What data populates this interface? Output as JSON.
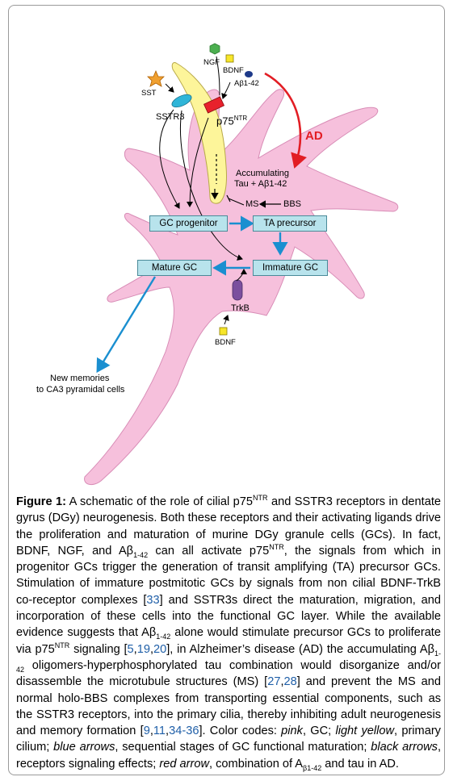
{
  "diagram": {
    "ligands": {
      "ngf": "NGF",
      "bdnf_top": "BDNF",
      "abeta": "Aβ1-42",
      "sst": "SST",
      "bdnf_bottom": "BDNF"
    },
    "receptors": {
      "sstr3": "SSTR3",
      "p75": "p75",
      "p75_sup": "NTR",
      "trkb": "TrkB"
    },
    "ad_label": "AD",
    "accumulating": [
      "Accumulating",
      "Tau + Aβ1-42"
    ],
    "ms": "MS",
    "bbs": "BBS",
    "boxes": {
      "gc_progenitor": "GC progenitor",
      "ta_precursor": "TA precursor",
      "mature_gc": "Mature GC",
      "immature_gc": "Immature GC"
    },
    "memories": [
      "New memories",
      "to CA3 pyramidal cells"
    ],
    "colors": {
      "neuron": "#f6c0dc",
      "cilium": "#fdf59a",
      "box": "#b8e3ec",
      "blue_arrow": "#1a8fd0",
      "red_arrow": "#e21d24",
      "trkb": "#7b4f9e"
    }
  },
  "caption": {
    "label": "Figure 1:",
    "segments": [
      {
        "t": " A schematic of the role of cilial p75"
      },
      {
        "t": "NTR",
        "s": "sup"
      },
      {
        "t": " and SSTR3 receptors in dentate gyrus (DGy) neurogenesis. Both these receptors and their activating ligands drive the proliferation and maturation of murine DGy granule cells (GCs). In fact, BDNF, NGF, and Aβ"
      },
      {
        "t": "1-42",
        "s": "sub"
      },
      {
        "t": " can all activate p75"
      },
      {
        "t": "NTR",
        "s": "sup"
      },
      {
        "t": ", the signals from which in progenitor GCs trigger the generation of transit amplifying (TA) precursor GCs. Stimulation of immature postmitotic GCs by signals from non cilial BDNF-TrkB co-receptor complexes ["
      },
      {
        "t": "33",
        "s": "ref"
      },
      {
        "t": "] and SSTR3s direct the maturation, migration, and incorporation of these cells into the functional GC layer. While the available evidence suggests that Aβ"
      },
      {
        "t": "1-42",
        "s": "sub"
      },
      {
        "t": " alone would stimulate precursor GCs to proliferate via p75"
      },
      {
        "t": "NTR",
        "s": "sup"
      },
      {
        "t": " signaling ["
      },
      {
        "t": "5",
        "s": "ref"
      },
      {
        "t": ","
      },
      {
        "t": "19",
        "s": "ref"
      },
      {
        "t": ","
      },
      {
        "t": "20",
        "s": "ref"
      },
      {
        "t": "], in Alzheimer’s disease (AD) the accumulating Aβ"
      },
      {
        "t": "1-42",
        "s": "sub"
      },
      {
        "t": " oligomers-hyperphosphorylated tau combination would disorganize and/or disassemble the microtubule structures (MS) ["
      },
      {
        "t": "27",
        "s": "ref"
      },
      {
        "t": ","
      },
      {
        "t": "28",
        "s": "ref"
      },
      {
        "t": "] and prevent the MS and normal holo-BBS complexes from transporting essential components, such as the SSTR3 receptors, into the primary cilia, thereby inhibiting adult neurogenesis and memory formation ["
      },
      {
        "t": "9",
        "s": "ref"
      },
      {
        "t": ","
      },
      {
        "t": "11",
        "s": "ref"
      },
      {
        "t": ","
      },
      {
        "t": "34-36",
        "s": "ref"
      },
      {
        "t": "]. Color codes: "
      },
      {
        "t": "pink",
        "s": "i"
      },
      {
        "t": ", GC; "
      },
      {
        "t": "light yellow",
        "s": "i"
      },
      {
        "t": ", primary cilium; "
      },
      {
        "t": "blue arrows",
        "s": "i"
      },
      {
        "t": ", sequential stages of GC functional maturation; "
      },
      {
        "t": "black arrows",
        "s": "i"
      },
      {
        "t": ", receptors signaling effects; "
      },
      {
        "t": "red arrow",
        "s": "i"
      },
      {
        "t": ", combination of A"
      },
      {
        "t": "β1-42",
        "s": "sub"
      },
      {
        "t": " and tau in AD."
      }
    ]
  }
}
